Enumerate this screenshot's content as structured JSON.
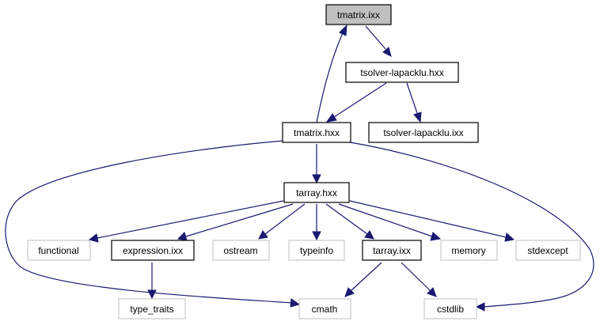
{
  "nodes": {
    "tmatrix_ixx": {
      "label": "tmatrix.ixx"
    },
    "tsolver_hxx": {
      "label": "tsolver-lapacklu.hxx"
    },
    "tmatrix_hxx": {
      "label": "tmatrix.hxx"
    },
    "tsolver_ixx": {
      "label": "tsolver-lapacklu.ixx"
    },
    "tarray_hxx": {
      "label": "tarray.hxx"
    },
    "functional": {
      "label": "functional"
    },
    "expression_ixx": {
      "label": "expression.ixx"
    },
    "ostream": {
      "label": "ostream"
    },
    "typeinfo": {
      "label": "typeinfo"
    },
    "tarray_ixx": {
      "label": "tarray.ixx"
    },
    "memory": {
      "label": "memory"
    },
    "stdexcept": {
      "label": "stdexcept"
    },
    "type_traits": {
      "label": "type_traits"
    },
    "cmath": {
      "label": "cmath"
    },
    "cstdlib": {
      "label": "cstdlib"
    }
  },
  "colors": {
    "edge": "#191970",
    "current_fill": "#bfbfbf",
    "file_border": "#000000",
    "system_border": "#bfbfbf"
  }
}
